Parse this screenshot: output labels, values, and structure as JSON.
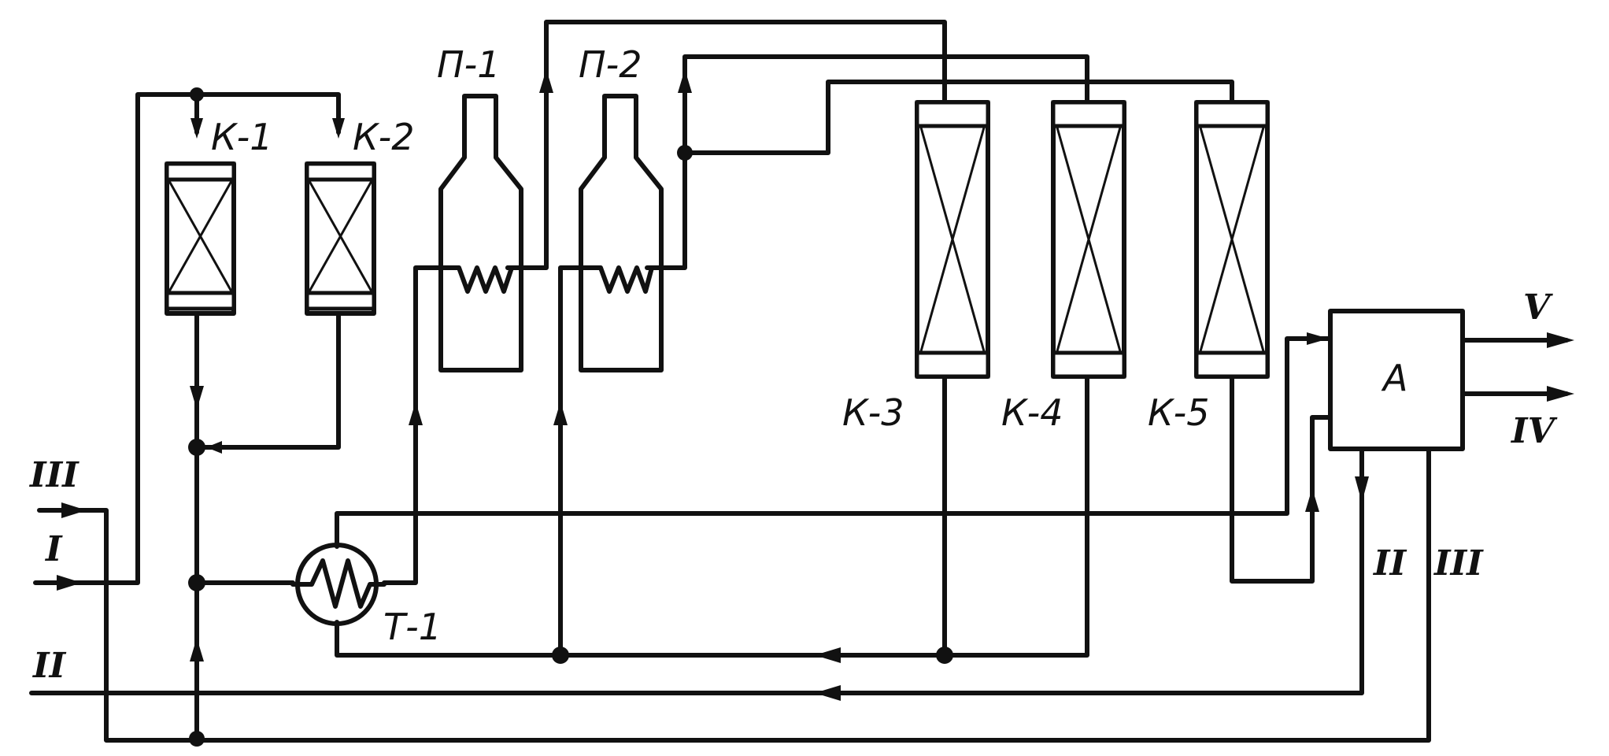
{
  "equipment": {
    "k1": "К-1",
    "k2": "К-2",
    "k3": "К-3",
    "k4": "К-4",
    "k5": "К-5",
    "p1": "П-1",
    "p2": "П-2",
    "t1": "Т-1",
    "a": "А"
  },
  "streams": {
    "in_iii": "III",
    "in_i": "I",
    "in_ii": "II",
    "out_v": "V",
    "out_iv": "IV",
    "out_ii": "II",
    "out_iii": "III"
  }
}
